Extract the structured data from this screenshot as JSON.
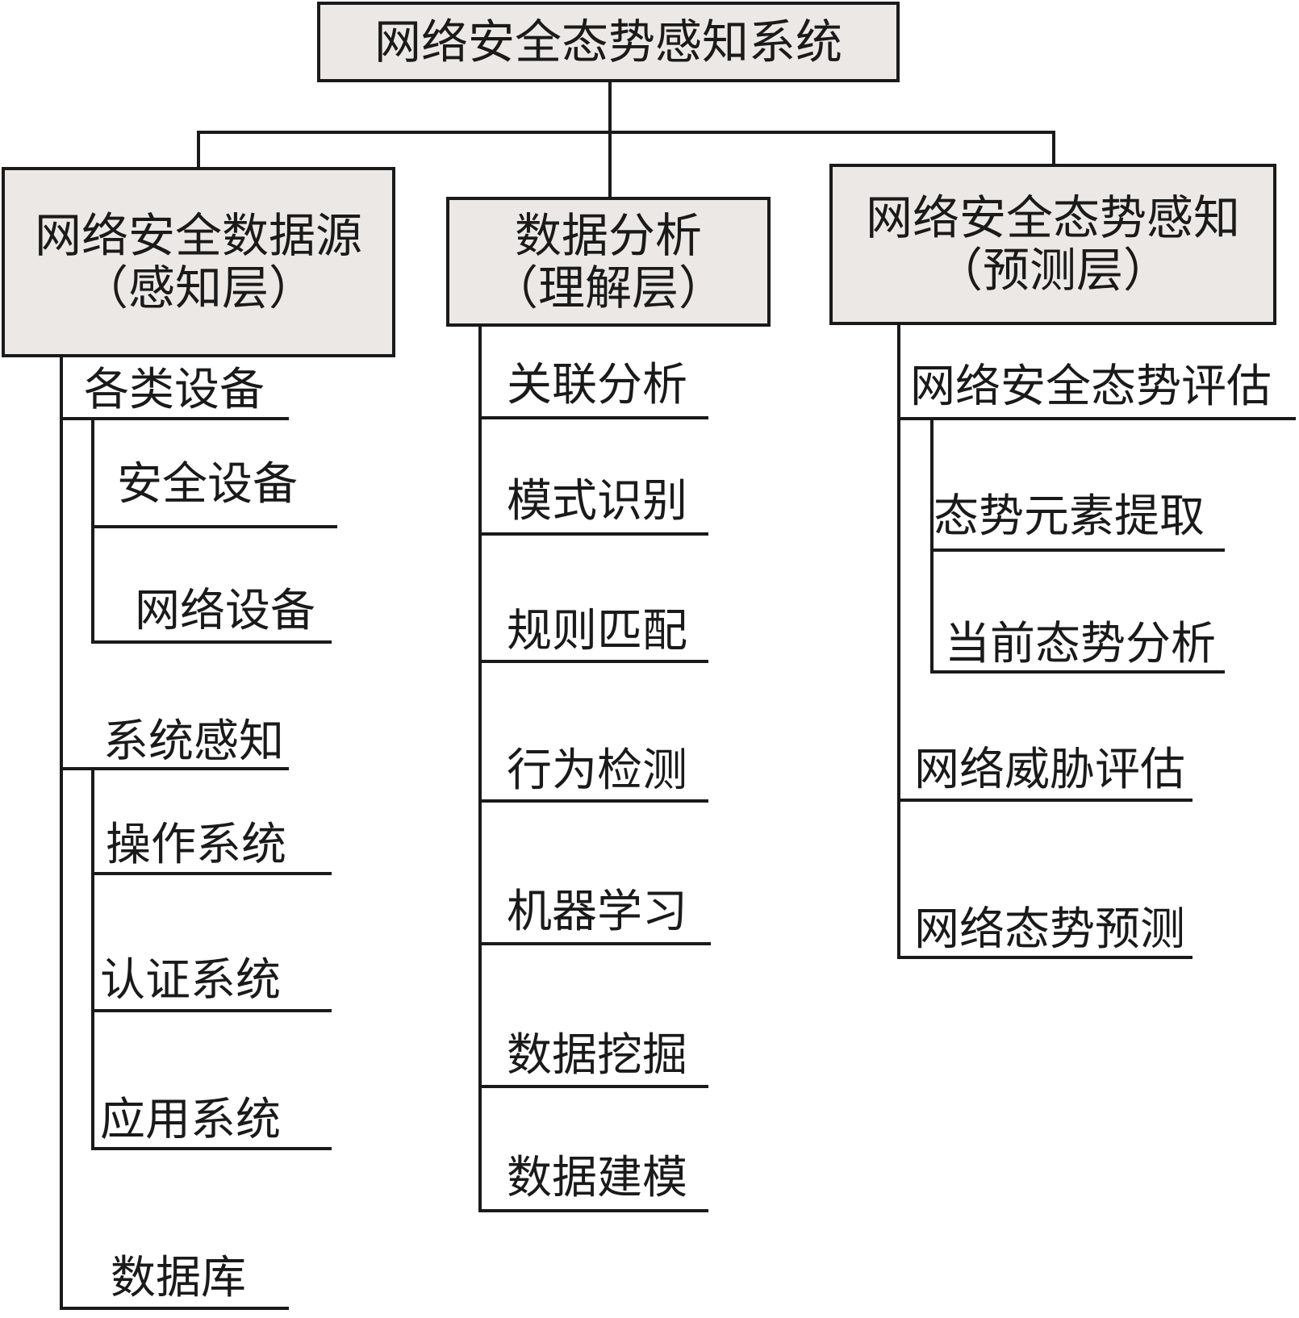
{
  "root": {
    "title": "网络安全态势感知系统"
  },
  "sections": [
    {
      "title": "网络安全数据源",
      "subtitle": "（感知层）",
      "groups": [
        {
          "label": "各类设备",
          "items": [
            "安全设备",
            "网络设备"
          ]
        },
        {
          "label": "系统感知",
          "items": [
            "操作系统",
            "认证系统",
            "应用系统"
          ]
        },
        {
          "label": "数据库",
          "items": []
        }
      ]
    },
    {
      "title": "数据分析",
      "subtitle": "（理解层）",
      "items": [
        "关联分析",
        "模式识别",
        "规则匹配",
        "行为检测",
        "机器学习",
        "数据挖掘",
        "数据建模"
      ]
    },
    {
      "title": "网络安全态势感知",
      "subtitle": "（预测层）",
      "groups": [
        {
          "label": "网络安全态势评估",
          "items": [
            "态势元素提取",
            "当前态势分析"
          ]
        },
        {
          "label": "网络威胁评估",
          "items": []
        },
        {
          "label": "网络态势预测",
          "items": []
        }
      ]
    }
  ]
}
